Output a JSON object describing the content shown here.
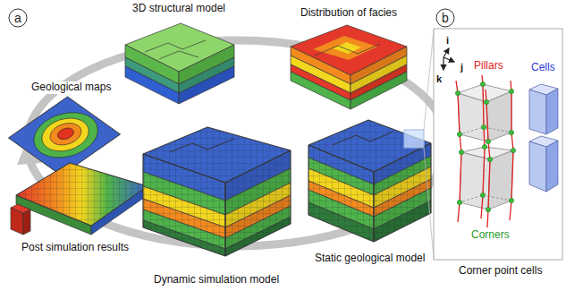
{
  "diagram": {
    "labels": [
      "a",
      "Geological maps",
      "3D structural model",
      "Distribution of facies",
      "b",
      "i",
      "j",
      "k",
      "Pillars",
      "Cells",
      "Corners",
      "Corner point cells",
      "Post simulation results",
      "Dynamic simulation model",
      "Static geological model"
    ]
  }
}
